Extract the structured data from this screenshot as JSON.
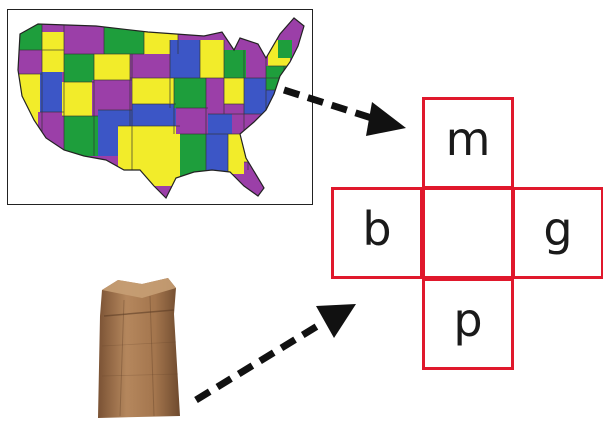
{
  "letters": {
    "top": "m",
    "left": "b",
    "right": "g",
    "bottom": "p"
  },
  "colors": {
    "grid_border": "#e0182c",
    "arrow": "#111111",
    "map_purple": "#9b3fa8",
    "map_green": "#1e9e3c",
    "map_yellow": "#f2ec2a",
    "map_blue": "#3c56c6",
    "bag_brown": "#a87a52"
  },
  "icons": {
    "map": "usa-states-map-icon",
    "bag": "paper-bag-icon"
  }
}
